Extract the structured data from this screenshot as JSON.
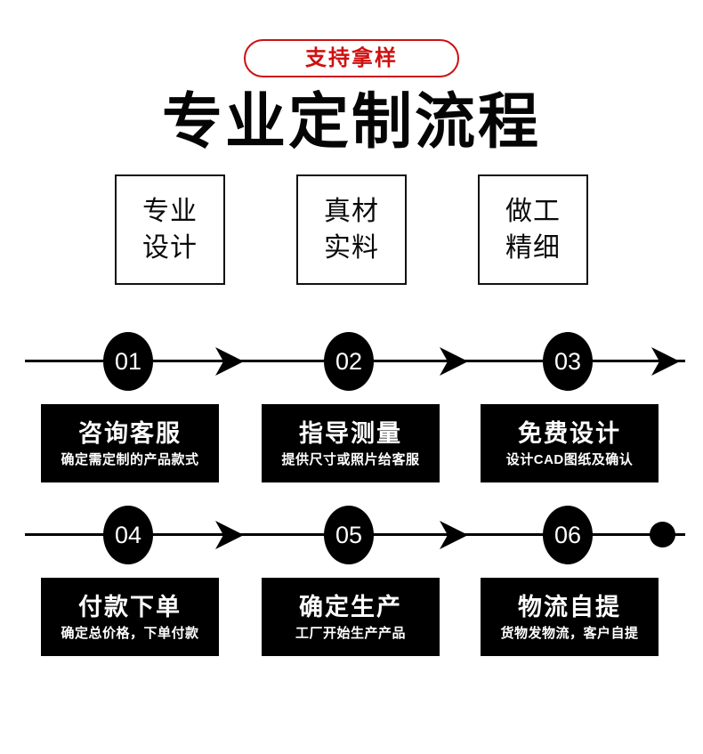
{
  "header": {
    "badge_label": "支持拿样",
    "title": "专业定制流程",
    "badge_color": "#cc1111",
    "title_color": "#050505"
  },
  "features": [
    {
      "line1": "专业",
      "line2": "设计"
    },
    {
      "line1": "真材",
      "line2": "实料"
    },
    {
      "line1": "做工",
      "line2": "精细"
    }
  ],
  "rows": [
    {
      "nodes": [
        "01",
        "02",
        "03"
      ],
      "end_marker": "arrow-icon",
      "cards": [
        {
          "title": "咨询客服",
          "sub": "确定需定制的产品款式"
        },
        {
          "title": "指导测量",
          "sub": "提供尺寸或照片给客服"
        },
        {
          "title": "免费设计",
          "sub": "设计CAD图纸及确认"
        }
      ]
    },
    {
      "nodes": [
        "04",
        "05",
        "06"
      ],
      "end_marker": "dot-icon",
      "cards": [
        {
          "title": "付款下单",
          "sub": "确定总价格，下单付款"
        },
        {
          "title": "确定生产",
          "sub": "工厂开始生产产品"
        },
        {
          "title": "物流自提",
          "sub": "货物发物流，客户自提"
        }
      ]
    }
  ],
  "colors": {
    "background": "#ffffff",
    "ink": "#000000",
    "card_bg": "#000000",
    "card_text": "#ffffff",
    "accent_red": "#cc1111"
  }
}
